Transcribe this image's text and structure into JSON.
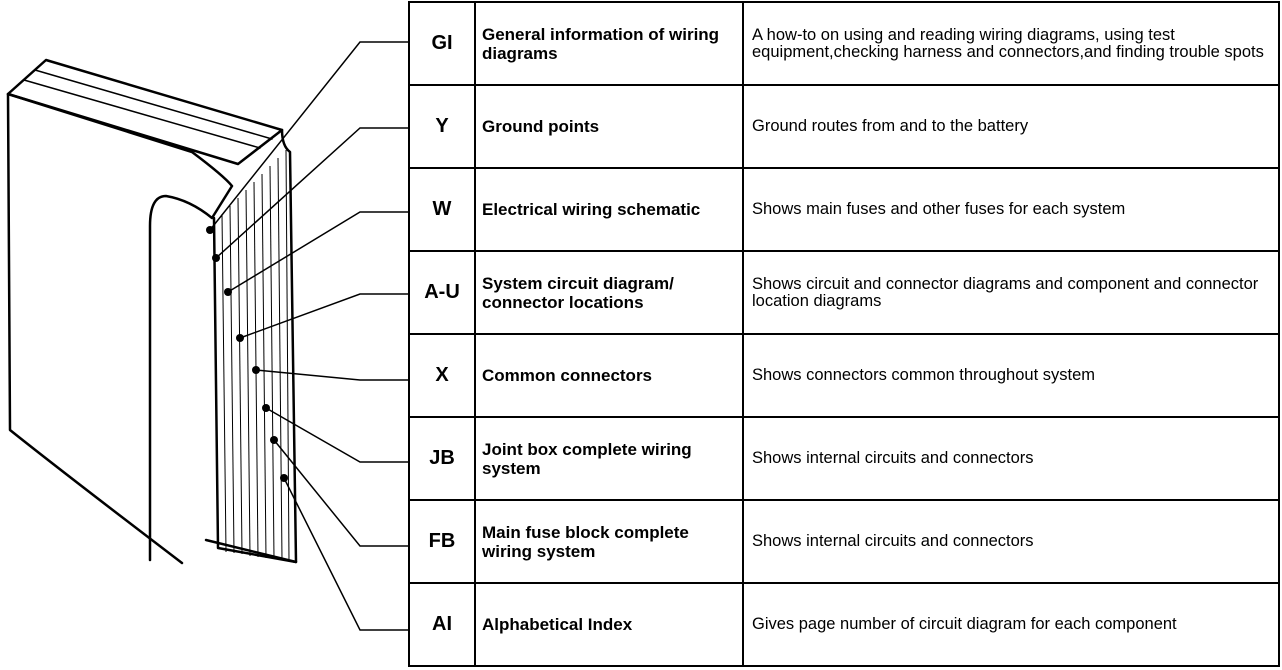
{
  "sections": [
    {
      "code": "GI",
      "title": "General information of wiring diagrams",
      "description": "A how-to on using and reading wiring diagrams, using test equipment,checking harness and connectors,and finding trouble spots"
    },
    {
      "code": "Y",
      "title": "Ground points",
      "description": "Ground routes from and to the battery"
    },
    {
      "code": "W",
      "title": "Electrical wiring schematic",
      "description": "Shows main fuses and other fuses for each system"
    },
    {
      "code": "A-U",
      "title": "System circuit diagram/ connector locations",
      "description": "Shows circuit and connector diagrams and component and connector location diagrams"
    },
    {
      "code": "X",
      "title": "Common connectors",
      "description": "Shows connectors common throughout system"
    },
    {
      "code": "JB",
      "title": "Joint box complete wiring system",
      "description": "Shows internal circuits and connectors"
    },
    {
      "code": "FB",
      "title": "Main fuse block complete wiring system",
      "description": "Shows internal circuits and connectors"
    },
    {
      "code": "AI",
      "title": "Alphabetical Index",
      "description": "Gives page number of circuit diagram for each component"
    }
  ]
}
